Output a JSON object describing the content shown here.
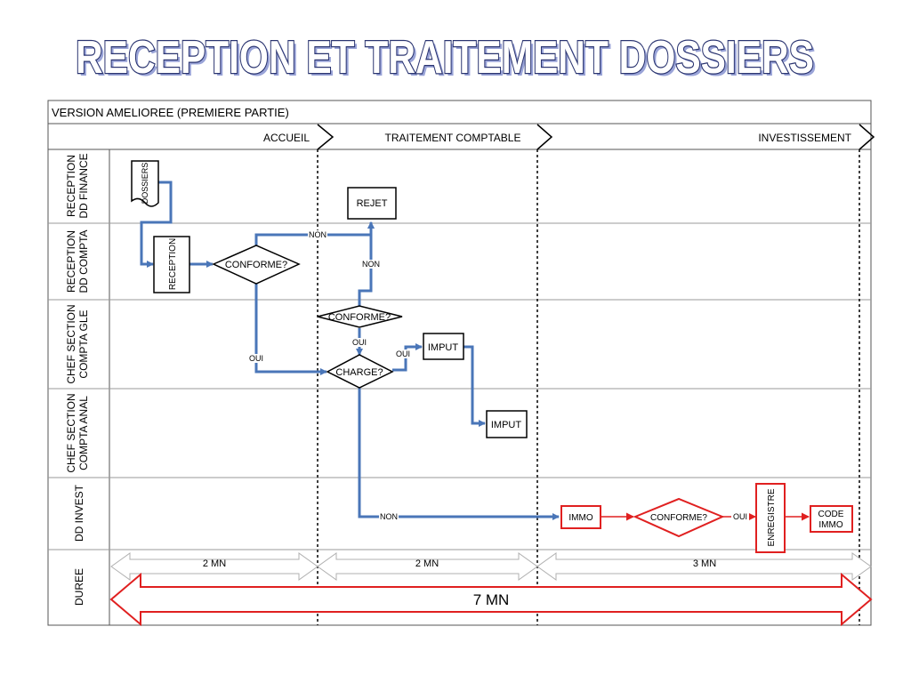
{
  "title": "RECEPTION ET TRAITEMENT DOSSIERS",
  "version": "VERSION AMELIOREE (PREMIERE PARTIE)",
  "phases": [
    "ACCUEIL",
    "TRAITEMENT COMPTABLE",
    "INVESTISSEMENT"
  ],
  "lanes": {
    "l1": [
      "RECEPTION",
      "DD FINANCE"
    ],
    "l2": [
      "RECEPTION",
      "DD COMPTA"
    ],
    "l3": [
      "CHEF SECTION",
      "COMPTA GLE"
    ],
    "l4": [
      "CHEF SECTION",
      "COMPTA ANAL"
    ],
    "l5": "DD INVEST",
    "l6": "DUREE"
  },
  "nodes": {
    "dossiers": "DOSSIERS",
    "reception": "RECEPTION",
    "conforme1": "CONFORME?",
    "rejet": "REJET",
    "conforme2": "CONFORME?",
    "charge": "CHARGE?",
    "imput1": "IMPUT",
    "imput2": "IMPUT",
    "immo": "IMMO",
    "conforme3": "CONFORME?",
    "enregistre": "ENREGISTRE",
    "code_immo": [
      "CODE",
      "IMMO"
    ]
  },
  "edge_labels": {
    "non_top": "NON",
    "non_mid": "NON",
    "oui_left": "OUI",
    "oui_mid": "OUI",
    "oui_right": "OUI",
    "non_bottom": "NON",
    "oui_invest": "OUI"
  },
  "durations": {
    "d1": "2 MN",
    "d2": "2 MN",
    "d3": "3 MN",
    "total": "7 MN"
  },
  "colors": {
    "flow_blue": "#4a76b8",
    "flow_red": "#e02020",
    "title_outline": "#2a3470"
  }
}
